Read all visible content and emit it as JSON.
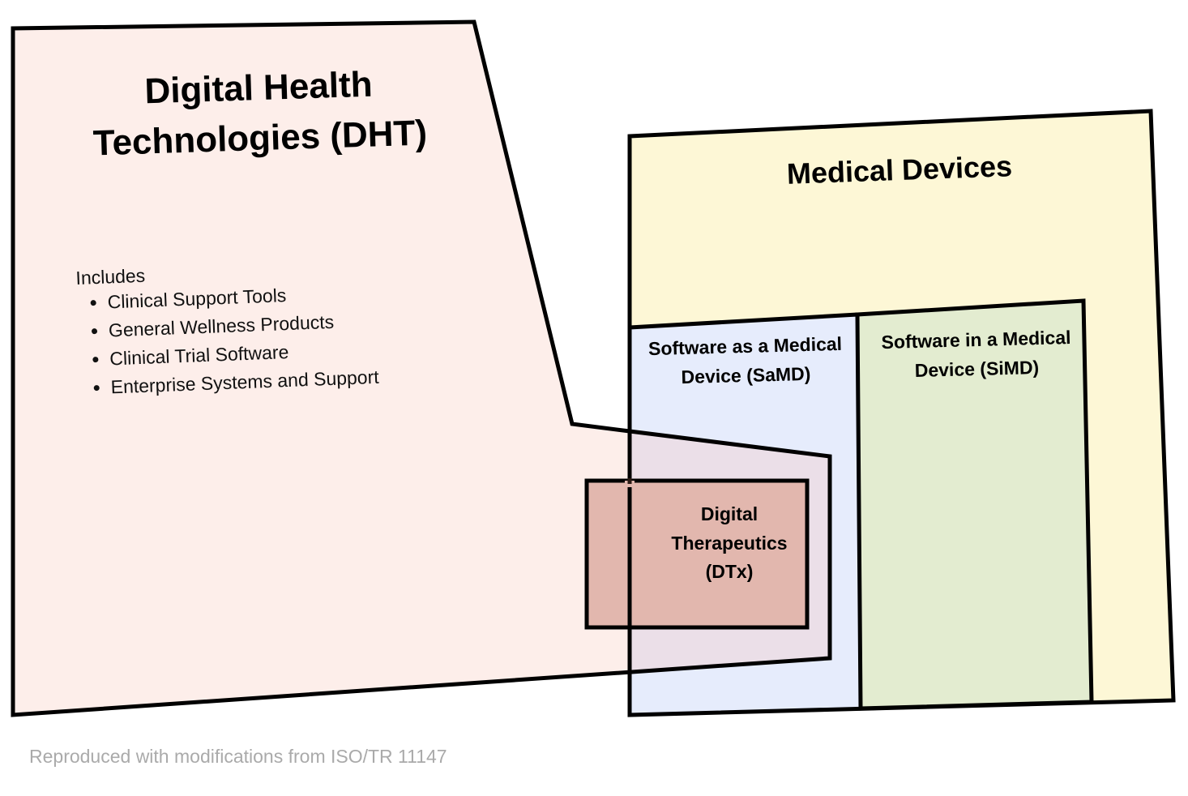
{
  "dht": {
    "title": "Digital Health Technologies (DHT)",
    "includes_label": "Includes",
    "items": [
      "Clinical Support Tools",
      "General Wellness Products",
      "Clinical Trial Software",
      "Enterprise Systems and Support"
    ]
  },
  "medical_devices": {
    "title": "Medical Devices"
  },
  "samd": {
    "title": "Software as a Medical Device (SaMD)"
  },
  "simd": {
    "title": "Software in a Medical Device (SiMD)"
  },
  "dtx": {
    "title": "Digital Therapeutics (DTx)"
  },
  "caption": "Reproduced with modifications from ISO/TR 11147",
  "colors": {
    "dht": "#fdeeea",
    "medical_devices": "#fdf7d6",
    "samd": "#e6ecfc",
    "simd": "#e3ecd0",
    "overlap": "#ebdfe8",
    "dtx": "#e2b7ae"
  }
}
